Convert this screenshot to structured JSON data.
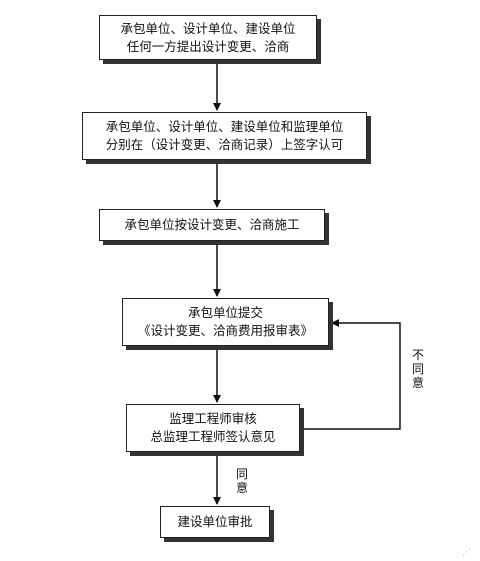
{
  "steps": [
    {
      "lines": [
        "承包单位、设计单位、建设单位",
        "任何一方提出设计变更、洽商"
      ]
    },
    {
      "lines": [
        "承包单位、设计单位、建设单位和监理单位",
        "分别在（设计变更、洽商记录）上签字认可"
      ]
    },
    {
      "lines": [
        "承包单位按设计变更、洽商施工"
      ]
    },
    {
      "lines": [
        "承包单位提交",
        "《设计变更、洽商费用报审表》"
      ]
    },
    {
      "lines": [
        "监理工程师审核",
        "总监理工程师签认意见"
      ]
    },
    {
      "lines": [
        "建设单位审批"
      ]
    }
  ],
  "labels": {
    "disagree": [
      "不",
      "同",
      "意"
    ],
    "agree": [
      "同",
      "意"
    ]
  }
}
